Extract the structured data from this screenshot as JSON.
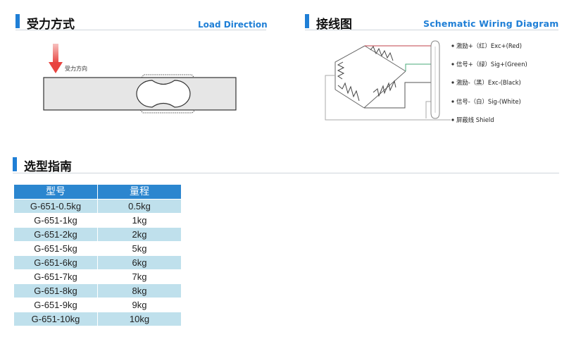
{
  "section_force": {
    "title": "受力方式",
    "subtitle": "Load Direction",
    "arrow_label": "受力方向"
  },
  "section_wiring": {
    "title": "接线图",
    "subtitle": "Schematic Wiring Diagram",
    "wires": [
      {
        "label": "激励+（红）Exc+(Red)",
        "color": "#c0404a"
      },
      {
        "label": "信号+（绿）Sig+(Green)",
        "color": "#49a87a"
      },
      {
        "label": "激励-（黑）Exc-(Black)",
        "color": "#555555"
      },
      {
        "label": "信号-（白）Sig-(White)",
        "color": "#aaaaaa"
      },
      {
        "label": "屏蔽线  Shield",
        "color": "#aaaaaa"
      }
    ]
  },
  "section_select": {
    "title": "选型指南",
    "headers": [
      "型号",
      "量程"
    ],
    "rows": [
      [
        "G-651-0.5kg",
        "0.5kg"
      ],
      [
        "G-651-1kg",
        "1kg"
      ],
      [
        "G-651-2kg",
        "2kg"
      ],
      [
        "G-651-5kg",
        "5kg"
      ],
      [
        "G-651-6kg",
        "6kg"
      ],
      [
        "G-651-7kg",
        "7kg"
      ],
      [
        "G-651-8kg",
        "8kg"
      ],
      [
        "G-651-9kg",
        "9kg"
      ],
      [
        "G-651-10kg",
        "10kg"
      ]
    ]
  },
  "colors": {
    "accent": "#1f7fd6",
    "table_header": "#2b86cf",
    "table_alt_row": "#bfe0ec",
    "arrow": "#e8433f"
  }
}
